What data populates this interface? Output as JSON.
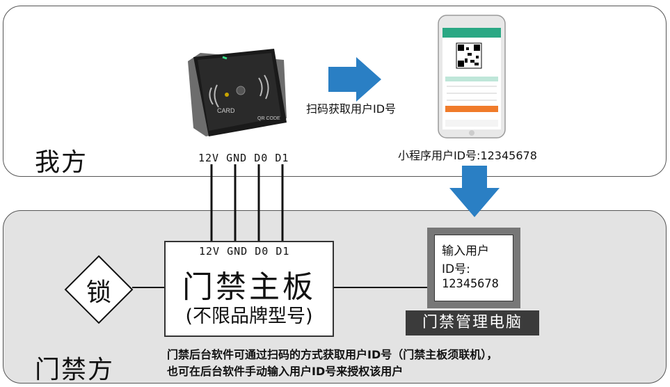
{
  "top_zone": {
    "label": "我方"
  },
  "bottom_zone": {
    "label": "门禁方"
  },
  "reader": {
    "pins": "12V GND D0 D1",
    "card_text": "CARD",
    "qr_text": "QR CODE"
  },
  "scan_caption": "扫码获取用户ID号",
  "phone": {
    "caption": "小程序用户ID号:12345678"
  },
  "controller": {
    "pins": "12V GND D0 D1",
    "name": "门禁主板",
    "sub": "(不限品牌型号)"
  },
  "lock": {
    "label": "锁"
  },
  "pc": {
    "line1": "输入用户",
    "line2": "ID号:",
    "line3": "12345678",
    "label": "门禁管理电脑"
  },
  "notes": {
    "line1": "门禁后台软件可通过扫码的方式获取用户ID号（门禁主板须联机），",
    "line2": "也可在后台软件手动输入用户ID号来授权该用户"
  },
  "colors": {
    "arrow": "#2a7fc4",
    "phone_header": "#2aa884",
    "phone_button": "#f07b2a"
  }
}
